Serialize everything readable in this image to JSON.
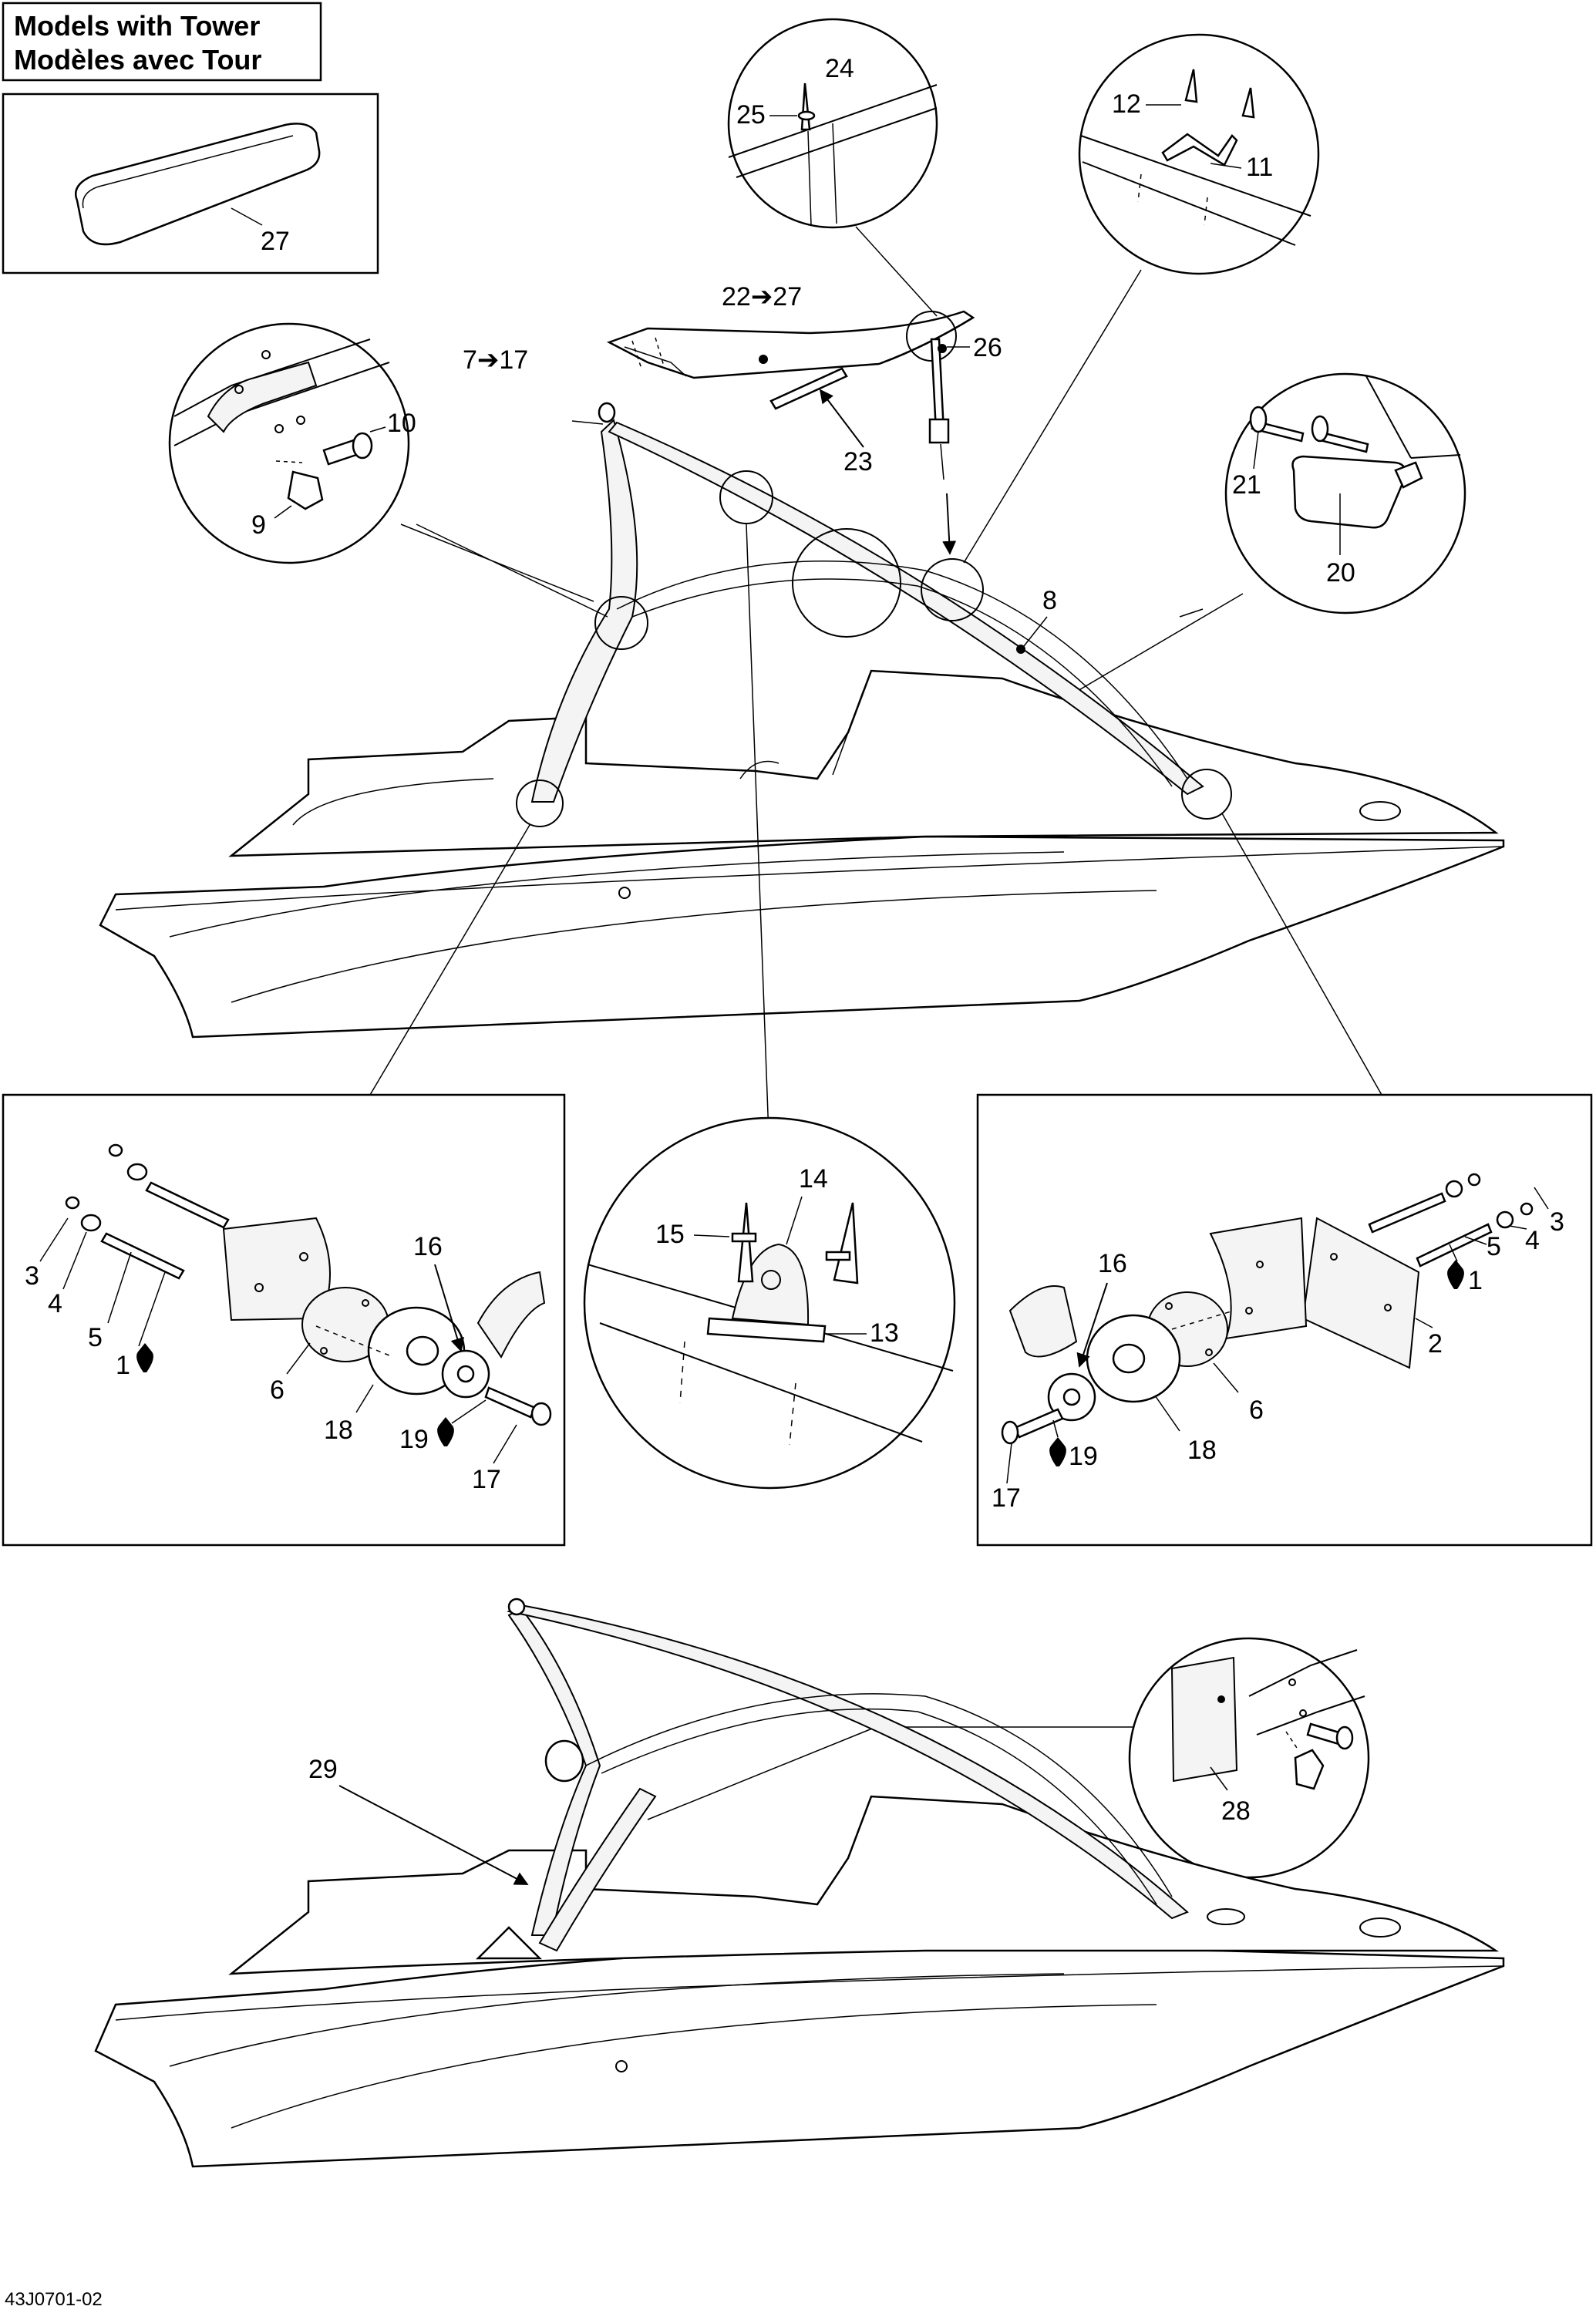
{
  "title": {
    "line1": "Models with Tower",
    "line2": "Modèles avec Tour"
  },
  "drawing_code": "43J0701-02",
  "callouts": {
    "c1": "1",
    "c2": "2",
    "c3": "3",
    "c4": "4",
    "c5": "5",
    "c6": "6",
    "c7_17": "7➔17",
    "c8": "8",
    "c9": "9",
    "c10": "10",
    "c11": "11",
    "c12": "12",
    "c13": "13",
    "c14": "14",
    "c15": "15",
    "c16": "16",
    "c17": "17",
    "c18": "18",
    "c19": "19",
    "c20": "20",
    "c21": "21",
    "c22_27": "22➔27",
    "c23": "23",
    "c24": "24",
    "c25": "25",
    "c26": "26",
    "c27": "27",
    "c28": "28",
    "c29": "29"
  },
  "icons": {
    "sealant": "drop-icon",
    "arrow": "right-arrow-icon"
  }
}
